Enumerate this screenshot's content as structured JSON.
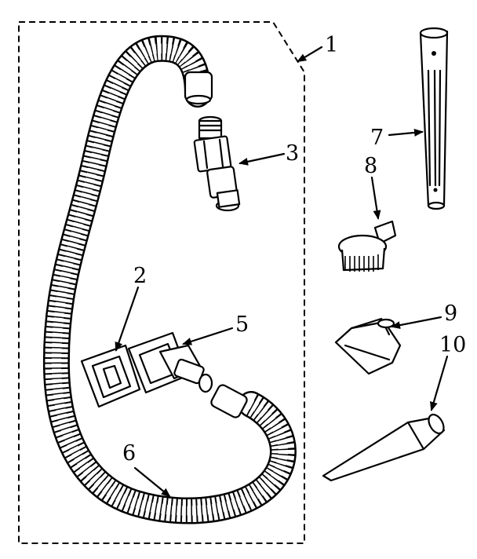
{
  "callouts": [
    {
      "id": "1",
      "text": "1"
    },
    {
      "id": "2",
      "text": "2"
    },
    {
      "id": "3",
      "text": "3"
    },
    {
      "id": "5",
      "text": "5"
    },
    {
      "id": "6",
      "text": "6"
    },
    {
      "id": "7",
      "text": "7"
    },
    {
      "id": "8",
      "text": "8"
    },
    {
      "id": "9",
      "text": "9"
    },
    {
      "id": "10",
      "text": "10"
    }
  ],
  "parts": [
    {
      "name": "hose-assembly-kit",
      "callout": "1"
    },
    {
      "name": "hose-handle-bracket",
      "callout": "2"
    },
    {
      "name": "hose-end-fitting",
      "callout": "3"
    },
    {
      "name": "hose-swivel-coupling",
      "callout": "5"
    },
    {
      "name": "flexible-hose",
      "callout": "6"
    },
    {
      "name": "extension-wand",
      "callout": "7"
    },
    {
      "name": "dusting-brush",
      "callout": "8"
    },
    {
      "name": "upholstery-tool",
      "callout": "9"
    },
    {
      "name": "crevice-tool",
      "callout": "10"
    }
  ]
}
